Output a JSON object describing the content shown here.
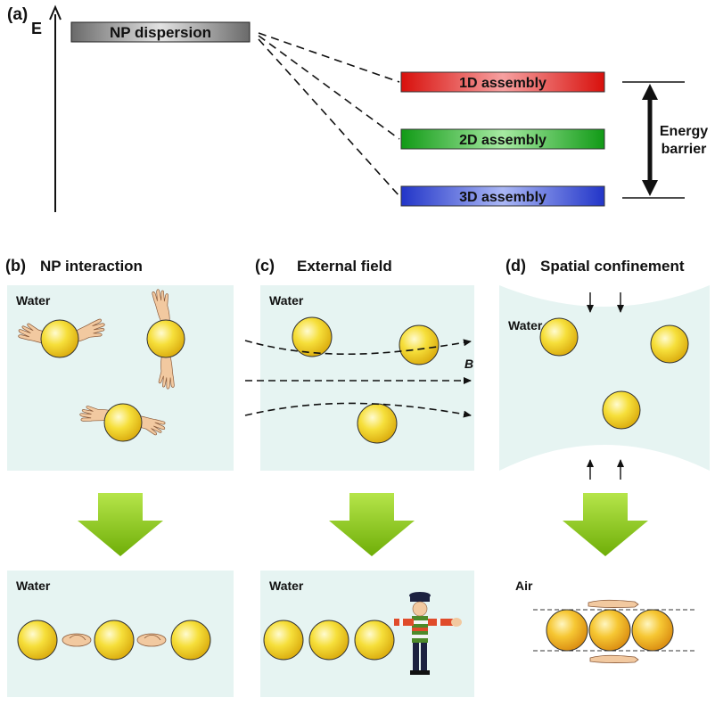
{
  "panel_a": {
    "label": "(a)",
    "axis_label": "E",
    "dispersion_label": "NP dispersion",
    "assemblies": [
      "1D assembly",
      "2D assembly",
      "3D assembly"
    ],
    "barrier_label_line1": "Energy",
    "barrier_label_line2": "barrier"
  },
  "panel_b": {
    "label": "(b)",
    "title": "NP interaction",
    "top_medium": "Water",
    "bottom_medium": "Water"
  },
  "panel_c": {
    "label": "(c)",
    "title": "External field",
    "top_medium": "Water",
    "bottom_medium": "Water",
    "field_label": "B"
  },
  "panel_d": {
    "label": "(d)",
    "title": "Spatial confinement",
    "top_medium": "Water",
    "bottom_medium": "Air"
  },
  "colors": {
    "water": "#e6f4f2",
    "arrow_green": "#8fc91c",
    "sphere": "#f2d21c",
    "bar_1d": "#e8221c",
    "bar_2d": "#2fb52c",
    "bar_3d": "#4d62dc",
    "bar_dispersion": "#9a9a9a"
  },
  "icons": [
    "hand-icon",
    "handshake-icon",
    "traffic-officer-icon",
    "compress-arrow-icon"
  ]
}
